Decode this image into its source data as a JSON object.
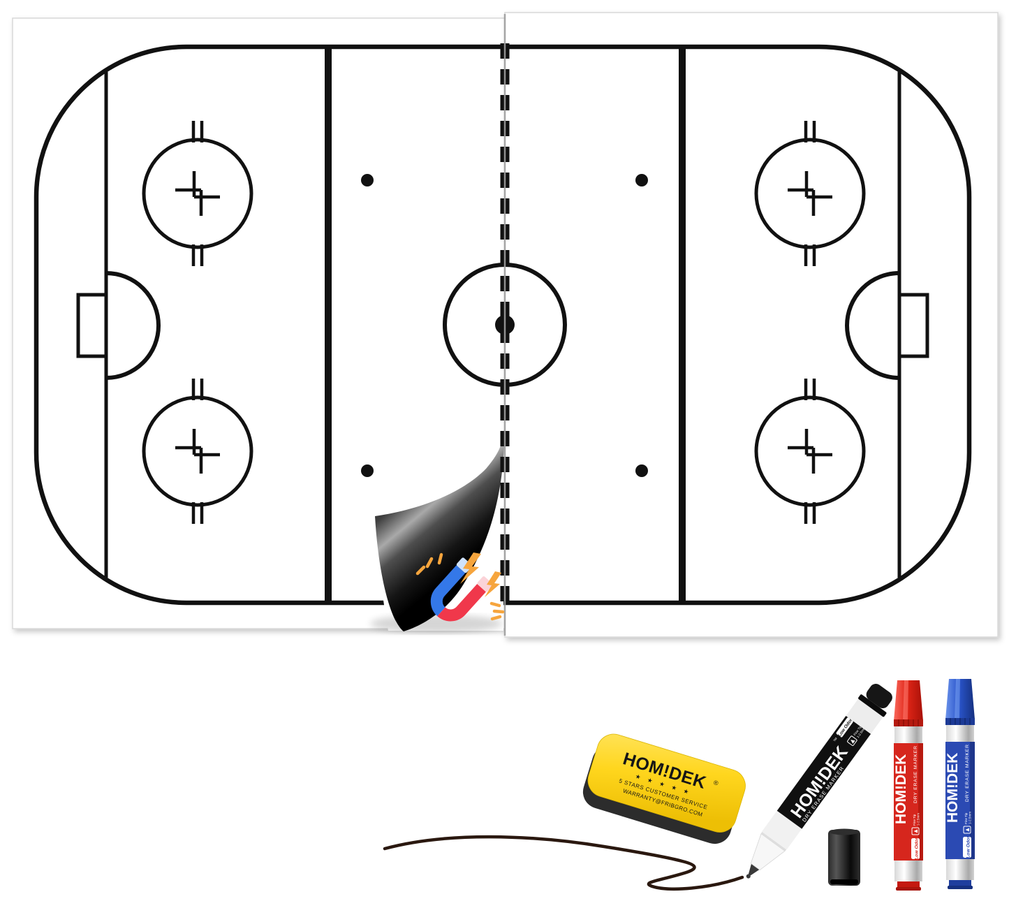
{
  "page": {
    "background": "#ffffff",
    "description_icon_names": [
      "magnet-sparks-icon",
      "marker-nib-icon"
    ]
  },
  "colors": {
    "rink_line": "#111111",
    "board_seam": "#9e9e9e",
    "magnetic_backing": "#1e1e1e",
    "eraser_yellow": "#ffd61e",
    "marker_black": "#141414",
    "marker_red": "#d6261d",
    "marker_blue": "#2b4ab3",
    "magnet_blue": "#3478e8",
    "magnet_red": "#f0384b",
    "spark_orange": "#f6a53d",
    "ink_line": "#2a180f"
  },
  "products": {
    "eraser": {
      "brand": "HOM!DEK",
      "registered_mark": "®",
      "stars": "★ ★ ★ ★ ★",
      "service_line": "5 STARS CUSTOMER SERVICE",
      "warranty_line": "WARRANTY@FRIBGRO.COM"
    },
    "black_marker": {
      "brand": "HOM!DEK",
      "trademark": "™",
      "type_label": "DRY ERASE MARKER",
      "odor_badge": "Low Odor",
      "tip_line1": "Fine Tip",
      "tip_line2": "1-2.5mm"
    },
    "red_marker": {
      "brand": "HOM!DEK",
      "type_label": "DRY ERASE MARKER",
      "odor_badge": "Low Odor",
      "tip_line1": "Fine Tip",
      "tip_line2": "1-2.5mm"
    },
    "blue_marker": {
      "brand": "HOM!DEK",
      "type_label": "DRY ERASE MARKER",
      "odor_badge": "Low Odor",
      "tip_line1": "Fine Tip",
      "tip_line2": "1-2.5mm"
    }
  }
}
